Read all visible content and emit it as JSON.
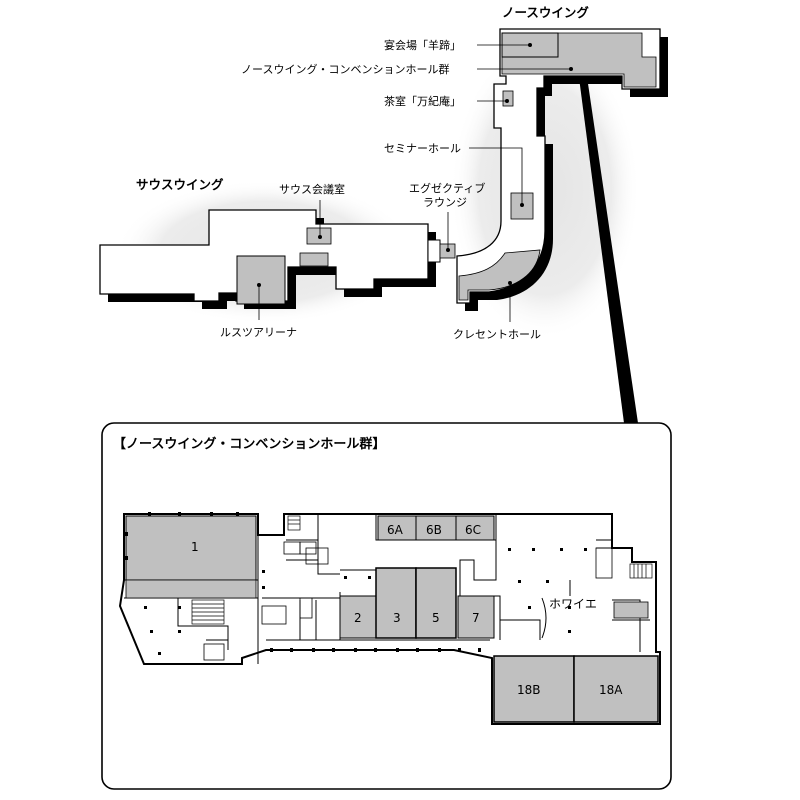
{
  "colors": {
    "background": "#ffffff",
    "halo": "#e6e6e6",
    "building_fill": "#ffffff",
    "building_shadow": "#000000",
    "highlight_fill": "#c0c0c0",
    "line": "#000000"
  },
  "overview": {
    "wings": {
      "north": "ノースウイング",
      "south": "サウスウイング"
    },
    "callouts": {
      "banquet": "宴会場「羊蹄」",
      "convention": "ノースウイング・コンベンションホール群",
      "tea_room": "茶室「万紀庵」",
      "seminar": "セミナーホール",
      "executive_line1": "エグゼクティブ",
      "executive_line2": "ラウンジ",
      "south_meeting": "サウス会議室",
      "rusutsu_arena": "ルスツアリーナ",
      "crescent_hall": "クレセントホール"
    }
  },
  "detail": {
    "title": "【ノースウイング・コンベンションホール群】",
    "rooms": {
      "r1": "1",
      "r2": "2",
      "r3": "3",
      "r5": "5",
      "r7": "7",
      "r6a": "6A",
      "r6b": "6B",
      "r6c": "6C",
      "r18a": "18A",
      "r18b": "18B",
      "foyer": "ホワイエ"
    }
  }
}
